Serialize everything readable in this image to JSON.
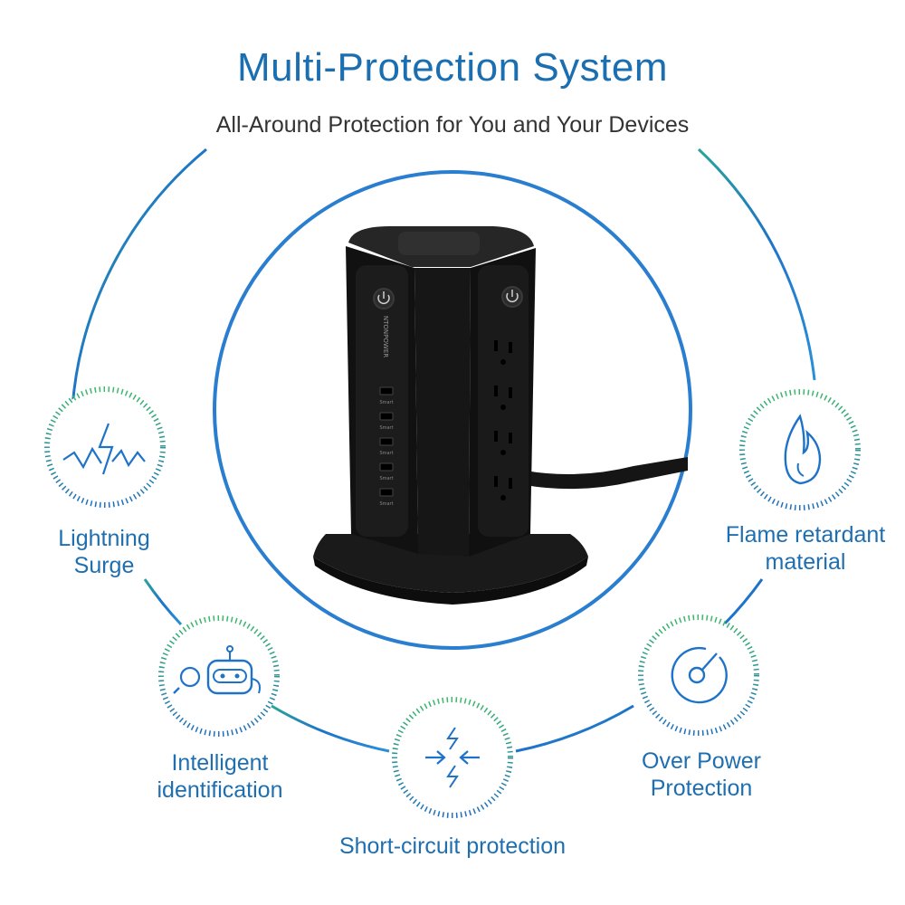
{
  "header": {
    "title": "Multi-Protection System",
    "subtitle": "All-Around Protection for You and Your Devices"
  },
  "features": {
    "lightning": {
      "line1": "Lightning",
      "line2": "Surge",
      "icon": "lightning-surge-icon"
    },
    "flame": {
      "line1": "Flame retardant",
      "line2": "material",
      "icon": "flame-icon"
    },
    "intelligent": {
      "line1": "Intelligent",
      "line2": "identification",
      "icon": "robot-icon"
    },
    "short_circuit": {
      "line1": "Short-circuit protection",
      "icon": "short-circuit-icon"
    },
    "over_power": {
      "line1": "Over Power",
      "line2": "Protection",
      "icon": "power-gauge-icon"
    }
  },
  "product": {
    "brand": "NTONPOWER",
    "usb_port_label": "Smart",
    "usb_port_count": 5,
    "outlet_count": 4
  },
  "colors": {
    "title": "#1b6fb0",
    "ring_blue": "#1e73c8",
    "ring_green": "#2aa870",
    "label_blue": "#1f6fb0"
  }
}
